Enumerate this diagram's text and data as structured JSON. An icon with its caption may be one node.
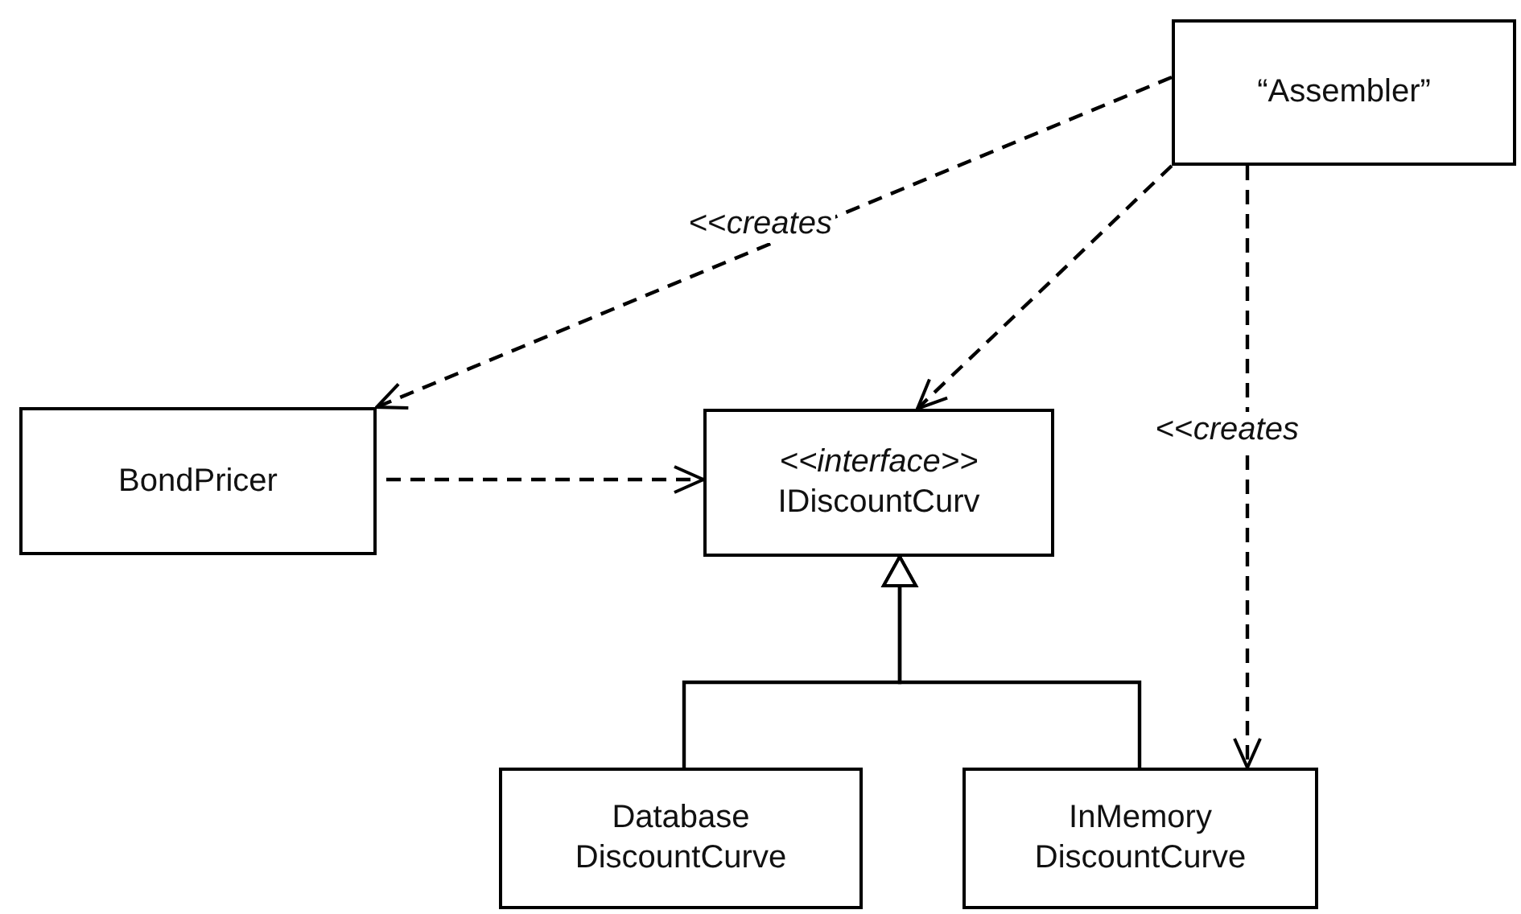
{
  "diagram": {
    "nodes": [
      {
        "text": [
          "“Assembler”"
        ]
      },
      {
        "text": [
          "BondPricer"
        ]
      },
      {
        "text": [
          "<<interface>>",
          "IDiscountCurv"
        ]
      },
      {
        "text": [
          "Database DiscountCurve"
        ]
      },
      {
        "text": [
          "InMemory DiscountCurve"
        ]
      }
    ],
    "edges": [
      {
        "from": 0,
        "to": 1,
        "arrow": "to",
        "style": "dashed",
        "label": "<<*creates*"
      },
      {
        "from": 0,
        "to": 2,
        "arrow": "to",
        "style": "dashed"
      },
      {
        "from": 0,
        "to": 4,
        "arrow": "to",
        "style": "dashed",
        "label": "<<*creates*"
      },
      {
        "from": 1,
        "to": 2,
        "arrow": "to",
        "style": "dashed"
      },
      {
        "from": 3,
        "to": 2,
        "arrow": "to"
      },
      {
        "from": 4,
        "to": 2,
        "arrow": "to"
      }
    ]
  }
}
